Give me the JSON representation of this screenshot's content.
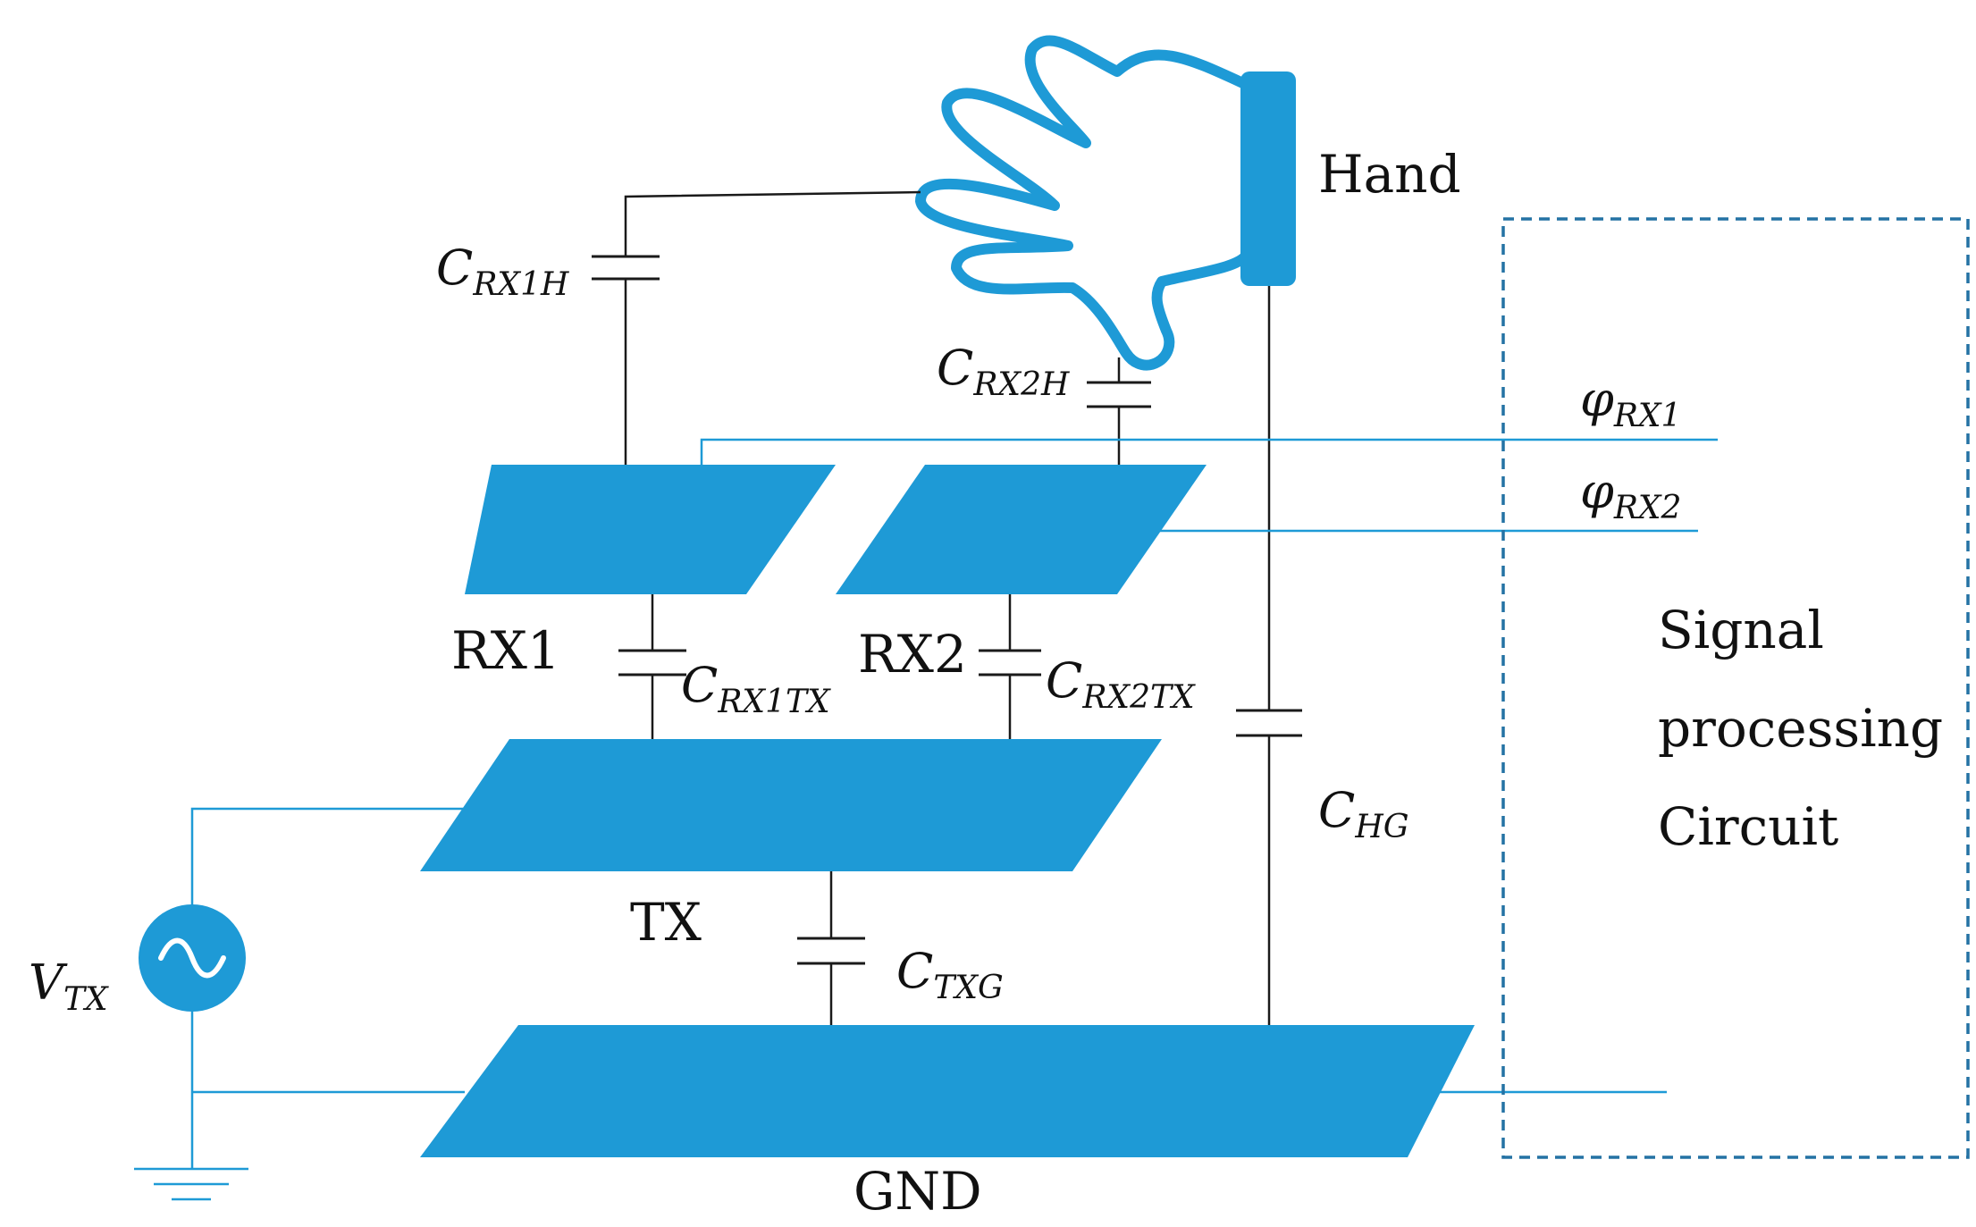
{
  "labels": {
    "hand": "Hand",
    "rx1": "RX1",
    "rx2": "RX2",
    "tx": "TX",
    "gnd": "GND",
    "signal_line1": "Signal",
    "signal_line2": "processing",
    "signal_line3": "Circuit"
  },
  "capacitors": {
    "rx1h": {
      "main": "C",
      "sub": "RX1H"
    },
    "rx2h": {
      "main": "C",
      "sub": "RX2H"
    },
    "rx1tx": {
      "main": "C",
      "sub": "RX1TX"
    },
    "rx2tx": {
      "main": "C",
      "sub": "RX2TX"
    },
    "hg": {
      "main": "C",
      "sub": "HG"
    },
    "txg": {
      "main": "C",
      "sub": "TXG"
    }
  },
  "signals": {
    "phi_rx1": {
      "main": "φ",
      "sub": "RX1"
    },
    "phi_rx2": {
      "main": "φ",
      "sub": "RX2"
    }
  },
  "source": {
    "main": "V",
    "sub": "TX"
  },
  "colors": {
    "accent": "#1e9ad6",
    "line": "#1a1a1a"
  }
}
